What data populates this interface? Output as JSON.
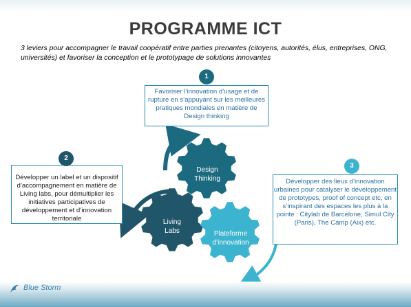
{
  "slide": {
    "title": "PROGRAMME ICT",
    "subtitle": "3 leviers pour accompagner le travail coopératif entre parties prenantes (citoyens, autorités, élus, entreprises, ONG, universités) et favoriser la conception et le prototypage de solutions innovantes"
  },
  "levers": [
    {
      "number": "1",
      "text": "Favoriser l’innovation d’usage et de rupture en s’appuyant sur les meilleures pratiques mondiales en matière de Design thinking"
    },
    {
      "number": "2",
      "text": "Développer un label et un dispositif d’accompagnement en matière de Living labs, pour démultiplier les initiatives participatives de développement et d’innovation territoriale"
    },
    {
      "number": "3",
      "text": "Développer des lieux d’innovation urbaines pour catalyser le développement de prototypes, proof of concept etc, en s’inspirant des espaces les plus à la pointe : Citylab de Barcelone, Simul City (Paris), The Camp (Aix) etc."
    }
  ],
  "gears": {
    "design_thinking": "Design Thinking",
    "living_labs": "Living Labs",
    "plateforme": "Plateforme d’innovation"
  },
  "footer": {
    "logo_text": "Blue Storm"
  },
  "colors": {
    "dark_teal": "#21566a",
    "mid_teal": "#1c6a80",
    "light_teal": "#3cb3cf",
    "border_blue": "#2a8bb0"
  }
}
